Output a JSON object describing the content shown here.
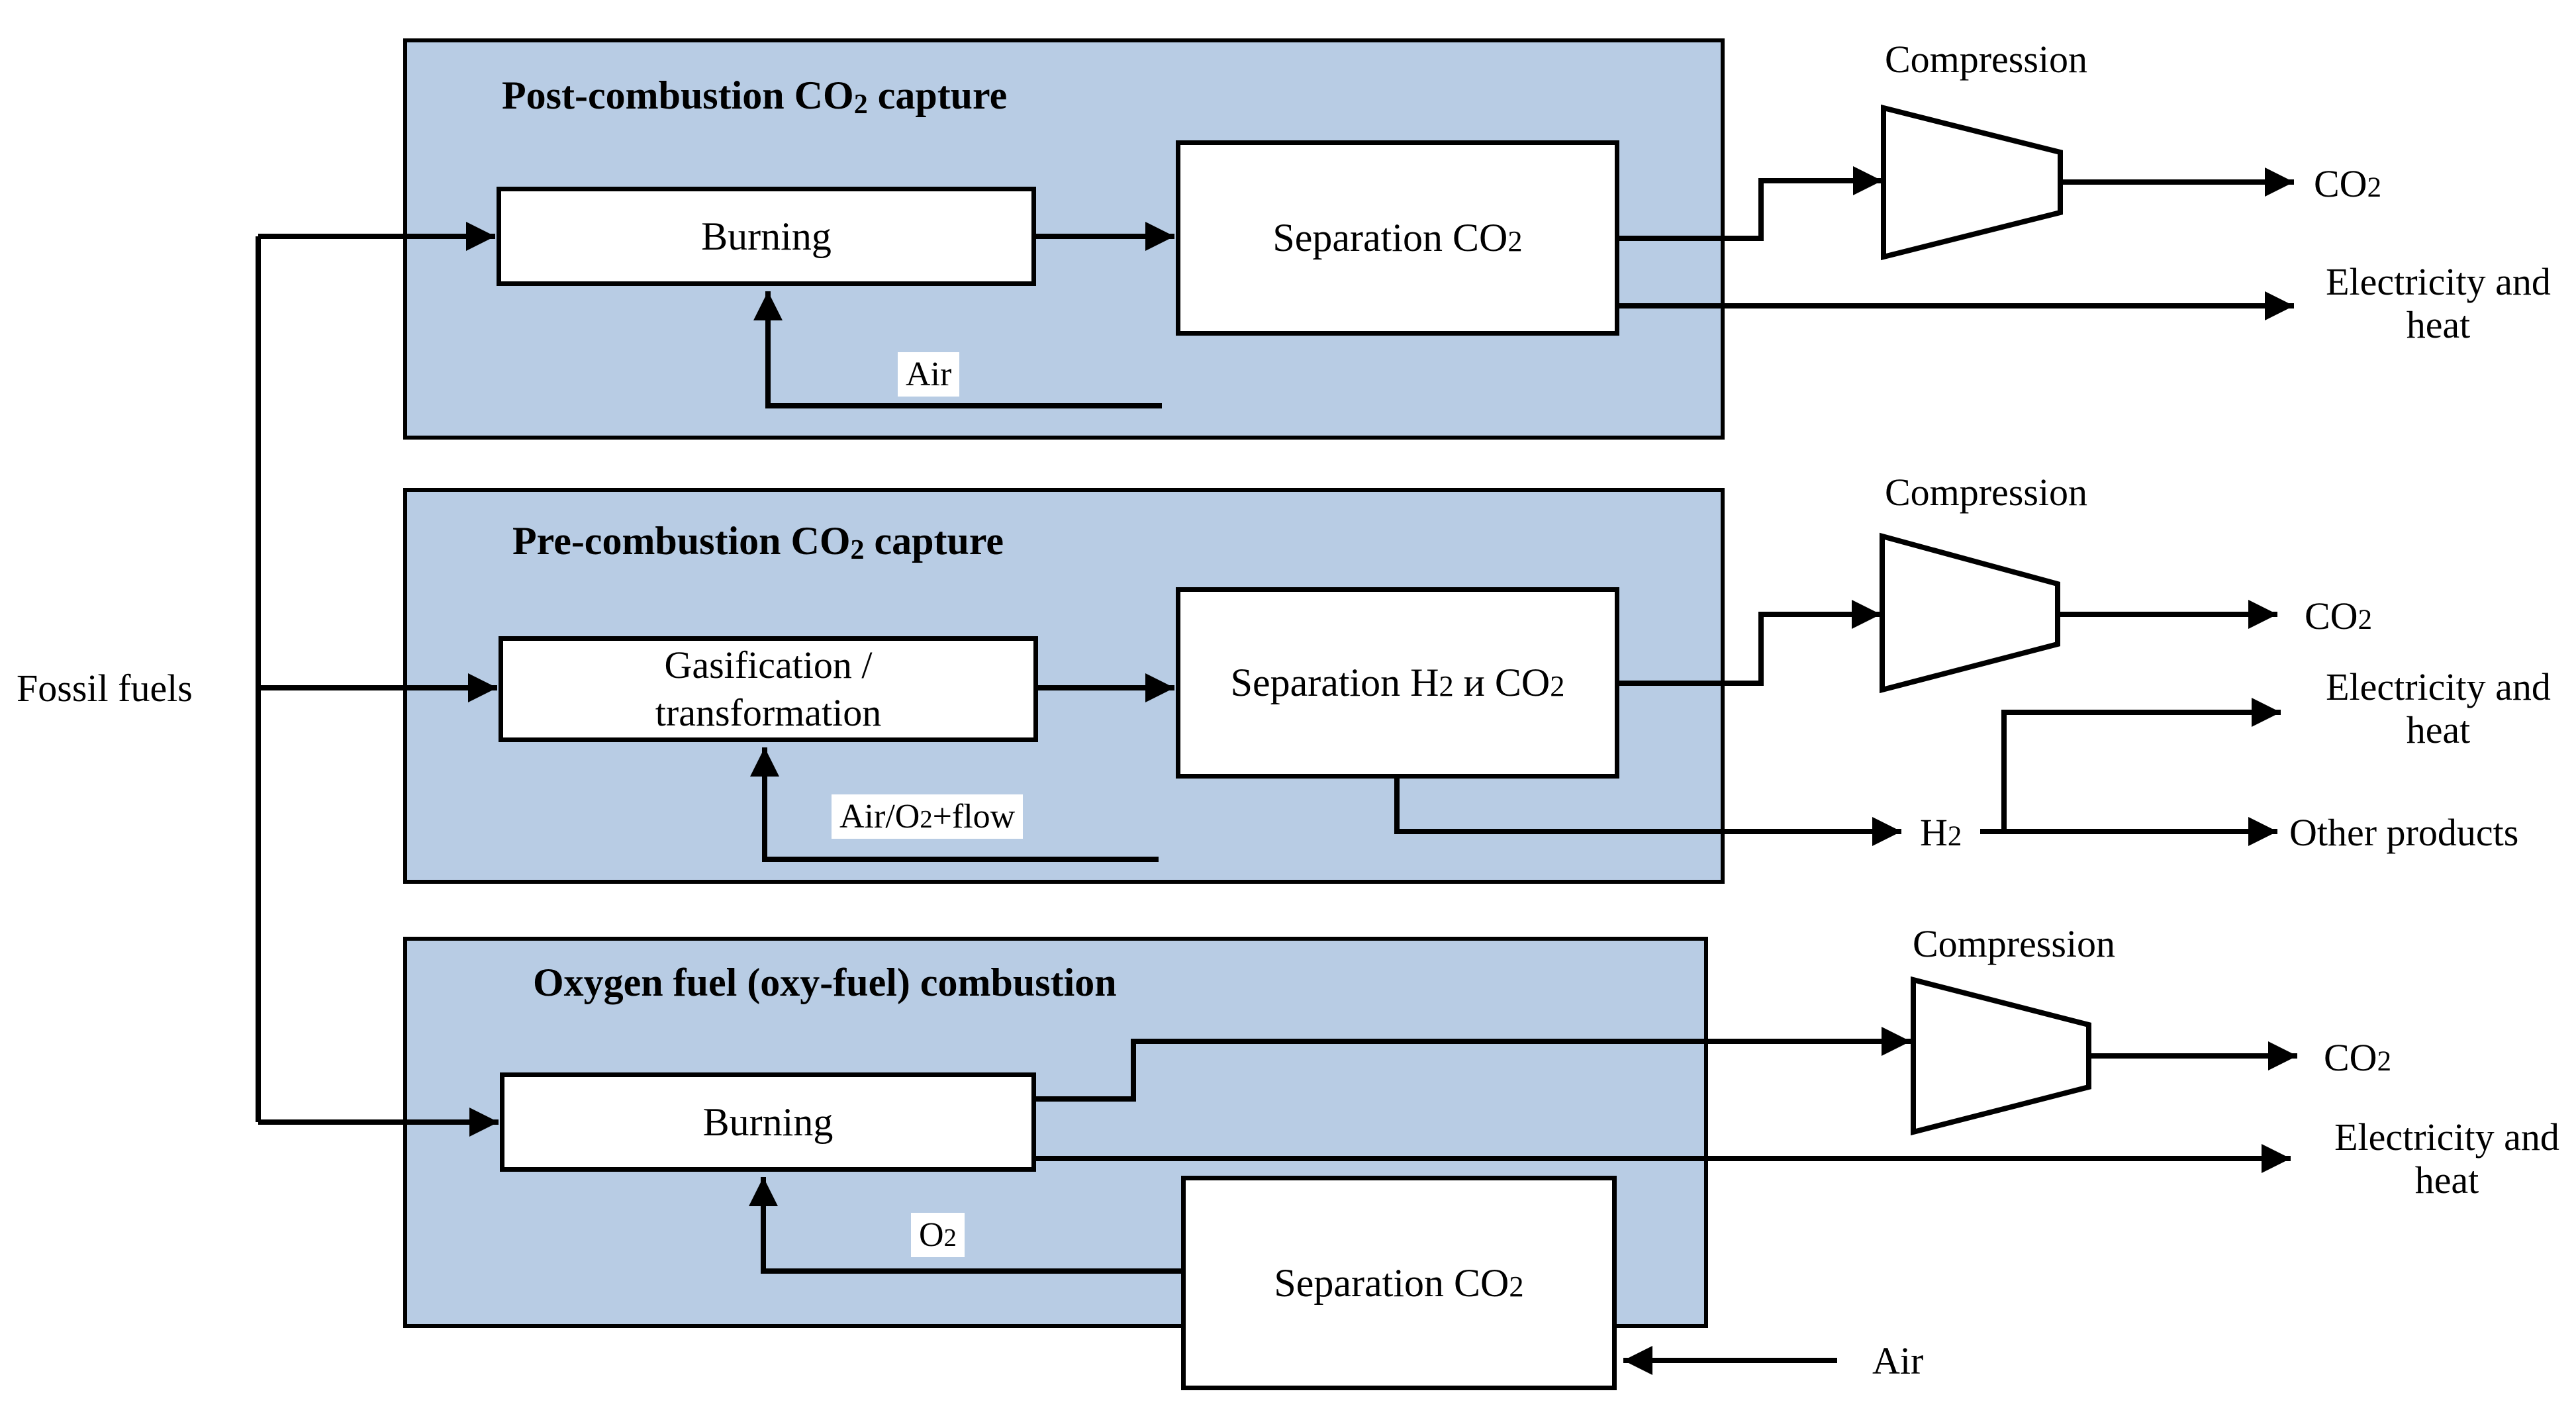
{
  "colors": {
    "panel_fill": "#b8cce4",
    "line": "#000000",
    "box_fill": "#ffffff",
    "text": "#000000"
  },
  "source": {
    "label": "Fossil fuels"
  },
  "panel1": {
    "title": {
      "pre": "Post-combustion CO",
      "sub": "2",
      "post": " capture"
    },
    "burning": "Burning",
    "separation": {
      "pre": "Separation CO",
      "sub": "2"
    },
    "air_label": "Air",
    "compression": "Compression",
    "co2": {
      "pre": "CO",
      "sub": "2"
    },
    "electricity_line1": "Electricity and",
    "electricity_line2": "heat"
  },
  "panel2": {
    "title": {
      "pre": "Pre-combustion CO",
      "sub": "2",
      "post": " capture"
    },
    "gasification_line1": "Gasification /",
    "gasification_line2": "transformation",
    "separation": {
      "pre": "Separation H",
      "sub1": "2",
      "mid": " и CO",
      "sub2": "2"
    },
    "air_o2_label": {
      "pre": "Air/O",
      "sub": "2",
      "post": "+flow"
    },
    "compression": "Compression",
    "co2": {
      "pre": "CO",
      "sub": "2"
    },
    "h2": {
      "pre": "H",
      "sub": "2"
    },
    "electricity_line1": "Electricity and",
    "electricity_line2": "heat",
    "other_products": "Other products"
  },
  "panel3": {
    "title": "Oxygen fuel (oxy-fuel) combustion",
    "burning": "Burning",
    "separation": {
      "pre": "Separation CO",
      "sub": "2"
    },
    "o2_label": {
      "pre": "O",
      "sub": "2"
    },
    "air_label": "Air",
    "compression": "Compression",
    "co2": {
      "pre": "CO",
      "sub": "2"
    },
    "electricity_line1": "Electricity and",
    "electricity_line2": "heat"
  }
}
